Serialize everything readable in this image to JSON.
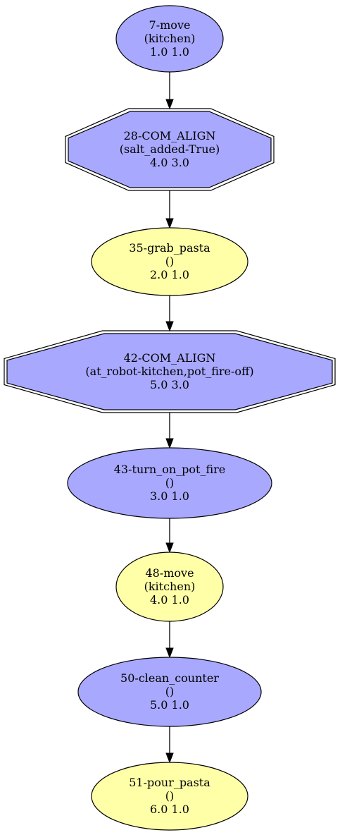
{
  "colors": {
    "blue": "#a8a8ff",
    "yellow": "#ffffa8",
    "stroke": "#000000"
  },
  "nodes": [
    {
      "id": "n7",
      "shape": "ellipse",
      "color": "blue",
      "lines": [
        "7-move",
        "(kitchen)",
        "1.0 1.0"
      ]
    },
    {
      "id": "n28",
      "shape": "octagon",
      "color": "blue",
      "lines": [
        "28-COM_ALIGN",
        "(salt_added-True)",
        "4.0 3.0"
      ]
    },
    {
      "id": "n35",
      "shape": "ellipse",
      "color": "yellow",
      "lines": [
        "35-grab_pasta",
        "()",
        "2.0 1.0"
      ]
    },
    {
      "id": "n42",
      "shape": "octagon",
      "color": "blue",
      "lines": [
        "42-COM_ALIGN",
        "(at_robot-kitchen,pot_fire-off)",
        "5.0 3.0"
      ]
    },
    {
      "id": "n43",
      "shape": "ellipse",
      "color": "blue",
      "lines": [
        "43-turn_on_pot_fire",
        "()",
        "3.0 1.0"
      ]
    },
    {
      "id": "n48",
      "shape": "ellipse",
      "color": "yellow",
      "lines": [
        "48-move",
        "(kitchen)",
        "4.0 1.0"
      ]
    },
    {
      "id": "n50",
      "shape": "ellipse",
      "color": "blue",
      "lines": [
        "50-clean_counter",
        "()",
        "5.0 1.0"
      ]
    },
    {
      "id": "n51",
      "shape": "ellipse",
      "color": "yellow",
      "lines": [
        "51-pour_pasta",
        "()",
        "6.0 1.0"
      ]
    }
  ],
  "edges": [
    [
      "n7",
      "n28"
    ],
    [
      "n28",
      "n35"
    ],
    [
      "n35",
      "n42"
    ],
    [
      "n42",
      "n43"
    ],
    [
      "n43",
      "n48"
    ],
    [
      "n48",
      "n50"
    ],
    [
      "n50",
      "n51"
    ]
  ]
}
